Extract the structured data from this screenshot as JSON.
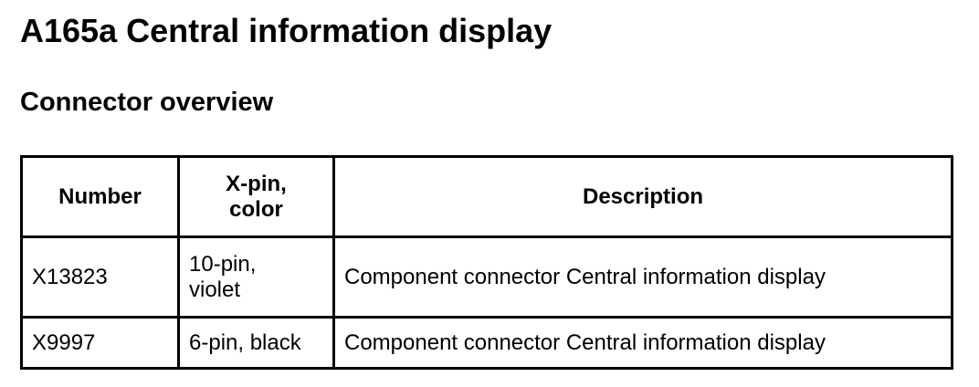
{
  "document": {
    "title": "A165a Central information display",
    "subtitle": "Connector overview"
  },
  "table": {
    "headers": {
      "number": "Number",
      "pin_color_line1": "X-pin,",
      "pin_color_line2": "color",
      "description": "Description"
    },
    "rows": [
      {
        "number": "X13823",
        "pin_line1": "10-pin,",
        "pin_line2": "violet",
        "description": "Component connector Central information display"
      },
      {
        "number": "X9997",
        "pin_line1": "6-pin, black",
        "pin_line2": "",
        "description": "Component connector Central information display"
      }
    ]
  }
}
